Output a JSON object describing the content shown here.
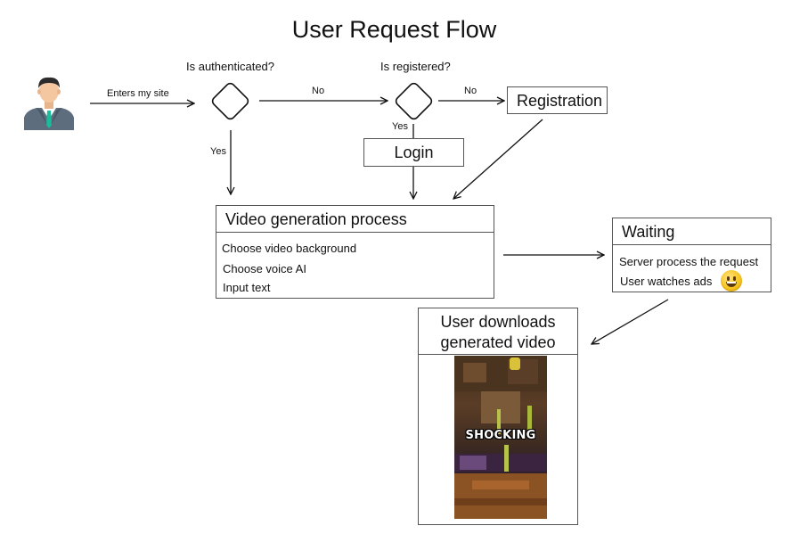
{
  "title": "User Request Flow",
  "nodes": {
    "user": {
      "icon": "user-avatar-icon"
    },
    "auth_decision": {
      "question": "Is authenticated?"
    },
    "registered_decision": {
      "question": "Is registered?"
    },
    "registration": {
      "label": "Registration"
    },
    "login": {
      "label": "Login"
    },
    "video_process": {
      "title": "Video generation process",
      "items": [
        "Choose video background",
        "Choose voice AI",
        "Input text"
      ]
    },
    "waiting": {
      "title": "Waiting",
      "items": [
        "Server process the request",
        "User watches ads"
      ],
      "emoji": "grinning-face-emoji"
    },
    "download": {
      "title_line1": "User downloads",
      "title_line2": "generated video",
      "thumbnail_caption": "SHOCKING"
    }
  },
  "edges": {
    "enters": "Enters my site",
    "auth_no": "No",
    "auth_yes": "Yes",
    "reg_no": "No",
    "reg_yes": "Yes"
  },
  "colors": {
    "stroke": "#111111",
    "box_border": "#555555",
    "suit": "#5d6d7e",
    "tie": "#1abc9c"
  }
}
